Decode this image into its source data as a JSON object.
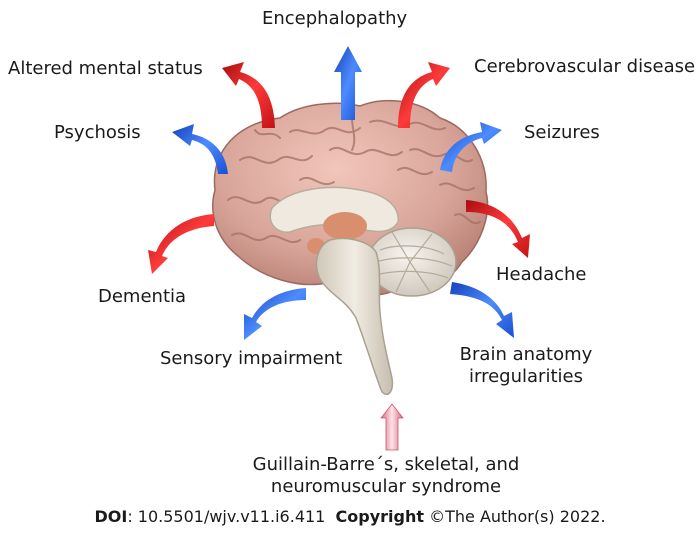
{
  "labels": {
    "encephalopathy": "Encephalopathy",
    "altered_mental_status": "Altered mental status",
    "cerebrovascular_disease": "Cerebrovascular disease",
    "psychosis": "Psychosis",
    "seizures": "Seizures",
    "dementia": "Dementia",
    "headache": "Headache",
    "sensory_impairment": "Sensory impairment",
    "brain_anatomy_line1": "Brain anatomy",
    "brain_anatomy_line2": "irregularities",
    "guillain_line1": "Guillain-Barre´s, skeletal, and",
    "guillain_line2": "neuromuscular syndrome"
  },
  "footer": {
    "doi_label": "DOI",
    "doi_value": ": 10.5501/wjv.v11.i6.411",
    "copyright_label": "Copyright",
    "copyright_value": " ©The Author(s) 2022."
  },
  "colors": {
    "red_arrow": "#e0191c",
    "blue_arrow": "#1f5fe0",
    "pink_arrow": "#e88a9a",
    "brain": "#d9a59a",
    "cerebellum": "#e7e2db",
    "brainstem": "#e2dccf"
  }
}
